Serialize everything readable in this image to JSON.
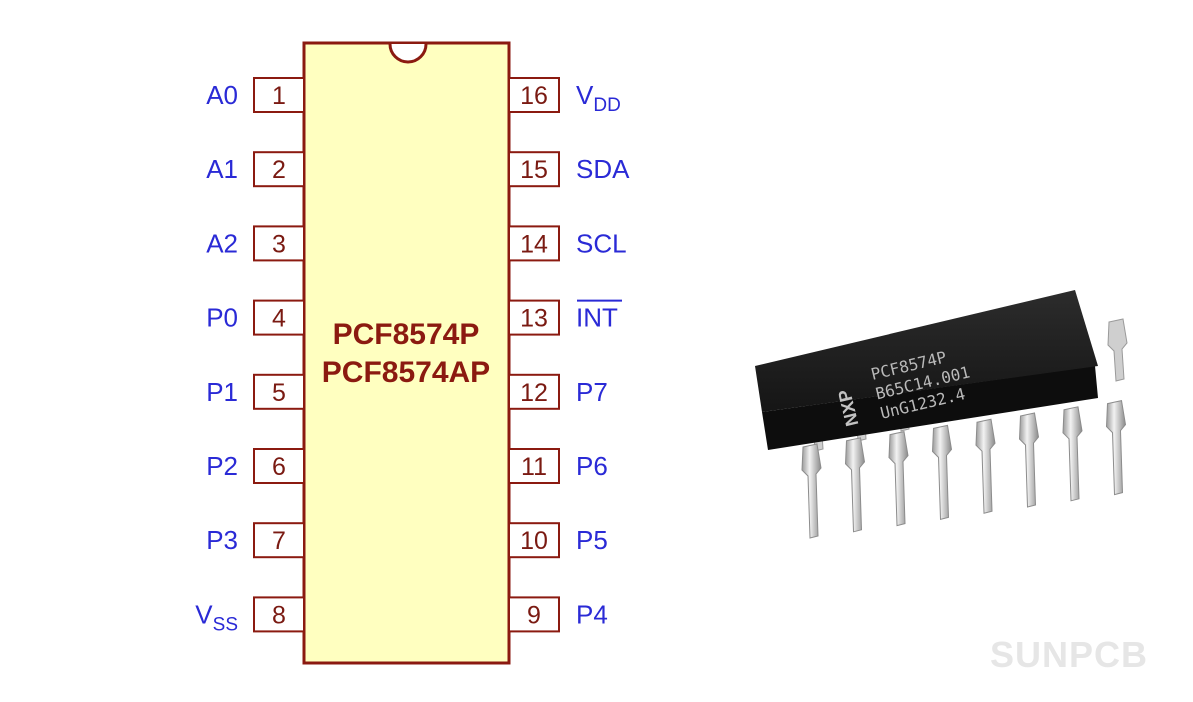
{
  "chip": {
    "name_line1": "PCF8574P",
    "name_line2": "PCF8574AP"
  },
  "pins_left": [
    {
      "num": "1",
      "label": "A0"
    },
    {
      "num": "2",
      "label": "A1"
    },
    {
      "num": "3",
      "label": "A2"
    },
    {
      "num": "4",
      "label": "P0"
    },
    {
      "num": "5",
      "label": "P1"
    },
    {
      "num": "6",
      "label": "P2"
    },
    {
      "num": "7",
      "label": "P3"
    },
    {
      "num": "8",
      "label": "V",
      "sub": "SS"
    }
  ],
  "pins_right": [
    {
      "num": "16",
      "label": "V",
      "sub": "DD"
    },
    {
      "num": "15",
      "label": "SDA"
    },
    {
      "num": "14",
      "label": "SCL"
    },
    {
      "num": "13",
      "label": "INT"
    },
    {
      "num": "12",
      "label": "P7"
    },
    {
      "num": "11",
      "label": "P6"
    },
    {
      "num": "10",
      "label": "P5"
    },
    {
      "num": "9",
      "label": "P4"
    }
  ],
  "photo": {
    "logo": "NXP",
    "marking_line1": "PCF8574P",
    "marking_line2": "B65C14.001",
    "marking_line3": "UnG1232.4"
  },
  "watermark": "SUNPCB",
  "colors": {
    "body_fill": "#ffffc0",
    "outline": "#8b1a10",
    "label": "#2a2ad6"
  }
}
